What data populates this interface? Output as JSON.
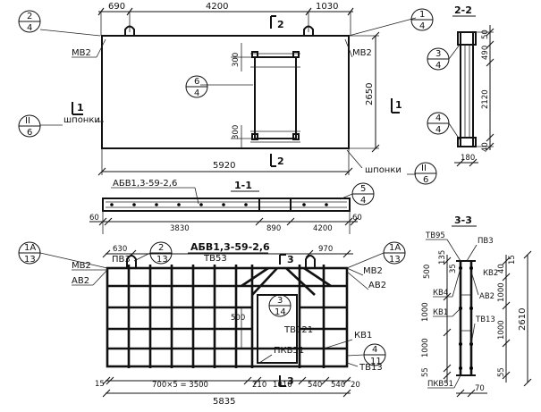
{
  "top_view": {
    "dims_top": [
      "690",
      "4200",
      "1030"
    ],
    "dim_width": "5920",
    "dim_height": "2650",
    "dims_opening": [
      "300",
      "300"
    ],
    "labels": {
      "mb2_left": "МВ2",
      "mb2_right": "МВ2",
      "shponki_left": "шпонки",
      "shponki_right": "шпонки"
    },
    "section_marks": {
      "one": "1",
      "two": "2"
    },
    "callouts": [
      {
        "top": "2",
        "bottom": "4"
      },
      {
        "top": "1",
        "bottom": "4"
      },
      {
        "top": "6",
        "bottom": "4"
      },
      {
        "top": "II",
        "bottom": "6"
      },
      {
        "top": "II",
        "bottom": "6"
      }
    ]
  },
  "section_2_2": {
    "title": "2-2",
    "dims_right": [
      "50",
      "490",
      "2120",
      "40"
    ],
    "dim_bottom": "180",
    "callouts": [
      {
        "top": "3",
        "bottom": "4"
      },
      {
        "top": "4",
        "bottom": "4"
      }
    ]
  },
  "section_1_1": {
    "title": "1-1",
    "product": "АБВ1,3-59-2,6",
    "dims": [
      "60",
      "3830",
      "890",
      "4200",
      "60"
    ],
    "callout": {
      "top": "5",
      "bottom": "4"
    }
  },
  "cage": {
    "title": "АБВ1,3-59-2,6",
    "dims_top": [
      "630",
      "970"
    ],
    "dims_bottom": [
      "15",
      "700×5 = 3500",
      "210",
      "1010",
      "540",
      "540",
      "20"
    ],
    "dim_total": "5835",
    "dim_left": "500",
    "labels": {
      "mb2_left": "МВ2",
      "ab2_left": "АВ2",
      "pb3": "ПВ3",
      "tb53": "ТВ53",
      "mb2_right": "МВ2",
      "ab2_right": "АВ2",
      "tb121": "ТВ121",
      "kb1": "КВ1",
      "pkb51": "ПКВ51",
      "tb13": "ТВ13"
    },
    "section_mark": "3",
    "callouts": [
      {
        "top": "1А",
        "bottom": "13"
      },
      {
        "top": "2",
        "bottom": "13"
      },
      {
        "top": "1А",
        "bottom": "13"
      },
      {
        "top": "3",
        "bottom": "14"
      },
      {
        "top": "4",
        "bottom": "11"
      }
    ]
  },
  "section_3_3": {
    "title": "3-3",
    "labels": {
      "tb95": "ТВ95",
      "pb3": "ПВ3",
      "kb4": "КВ4",
      "kb2": "КВ2",
      "ab2": "АВ2",
      "kb1": "КВ1",
      "tb13": "ТВ13",
      "pkb51": "ПКВ51"
    },
    "dims_left": [
      "135",
      "500",
      "35",
      "1000",
      "1000",
      "55"
    ],
    "dims_right": [
      "15",
      "40",
      "1000",
      "1000",
      "55"
    ],
    "dim_total": "2610",
    "dim_bottom": "70"
  }
}
